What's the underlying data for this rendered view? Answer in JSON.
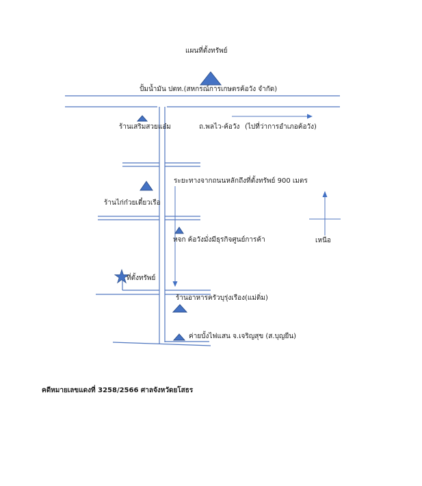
{
  "map": {
    "title": "แผนที่ตั้งทรัพย์",
    "labels": {
      "gas_station": "ปั้มน้ำมัน ปตท.(สหกรณ์การเกษตรค้อวัง จำกัด)",
      "beauty_shop": "ร้านเสริมสวยแอ๋ม",
      "road": "ถ.พลไว-ค้อวัง",
      "road_direction": "(ไปที่ว่าการอำเภอค้อวัง)",
      "distance": "ระยะทางจากถนนหลักถึงที่ตั้งทรัพย์  900 เมตร",
      "noodle_shop": "ร้านไก่ก๋วยเตี๋ยวเรือ",
      "partnership": "หจก ค้อวังมั่งมีธุรกิจศูนย์การค้า",
      "north": "เหนือ",
      "property": "ที่ตั้งทรัพย์",
      "restaurant": "ร้านอาหารครัวบุรุ่งเรือง(แม่ติ่ม)",
      "camp": "ค่ายบั้งไฟแสน จ.เจริญสุข (ส.บุญยืน)"
    },
    "colors": {
      "road_line": "#4f76bf",
      "marker_fill": "#4472c4",
      "marker_stroke": "#2f528f"
    }
  },
  "footer": {
    "case_ref": "คดีหมายเลขแดงที่ 3258/2566 ศาลจังหวัดยโสธร"
  }
}
